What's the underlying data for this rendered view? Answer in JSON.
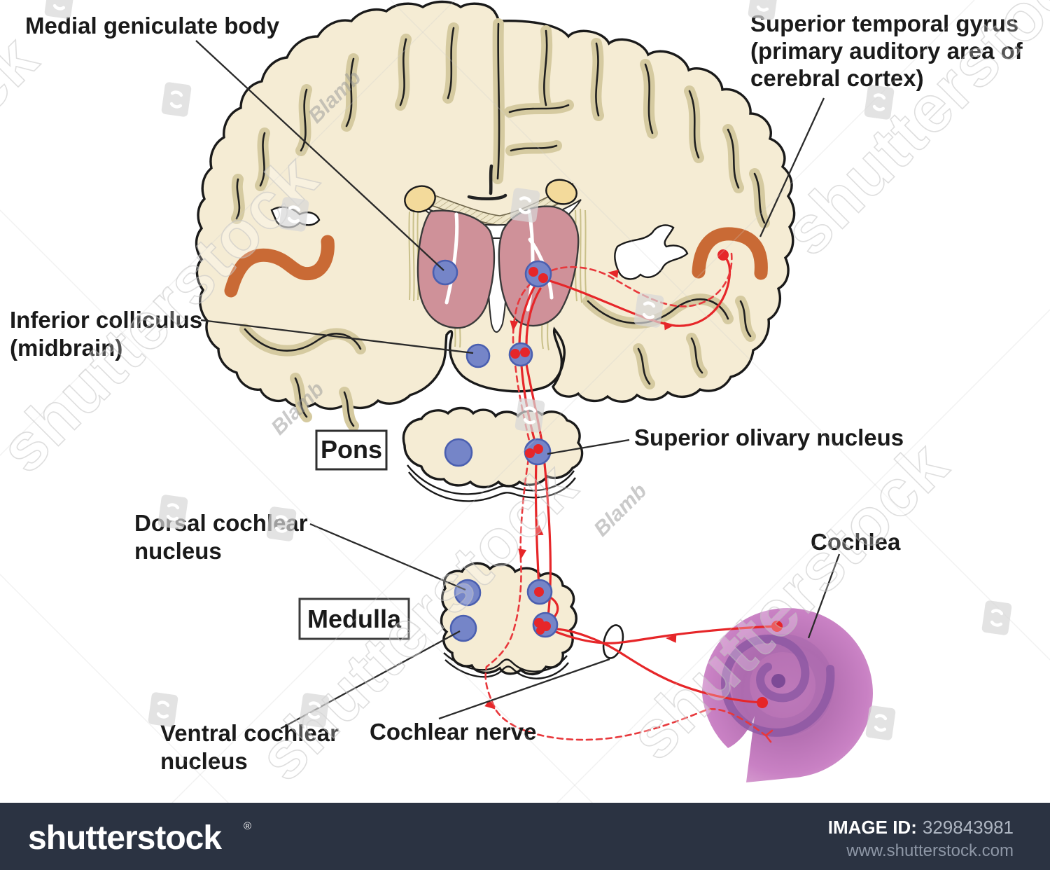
{
  "labels": {
    "medial_geniculate_body": "Medial geniculate body",
    "superior_temporal_gyrus_1": "Superior temporal gyrus",
    "superior_temporal_gyrus_2": "(primary auditory area of",
    "superior_temporal_gyrus_3": "cerebral cortex)",
    "inferior_colliculus_1": "Inferior colliculus",
    "inferior_colliculus_2": "(midbrain)",
    "pons": "Pons",
    "superior_olivary_nucleus": "Superior olivary nucleus",
    "dorsal_cochlear_1": "Dorsal cochlear",
    "dorsal_cochlear_2": "nucleus",
    "medulla": "Medulla",
    "ventral_cochlear_1": "Ventral cochlear",
    "ventral_cochlear_2": "nucleus",
    "cochlear_nerve": "Cochlear nerve",
    "cochlea": "Cochlea"
  },
  "watermark": {
    "brand": "shutterstock",
    "artist": "Blamb"
  },
  "footer": {
    "logo": "shutterstock",
    "registered": "®",
    "image_id_label": "IMAGE ID:",
    "image_id": "329843981",
    "website": "www.shutterstock.com"
  },
  "colors": {
    "brain_cream": "#f5ecd4",
    "cortex_tan": "#d5caa0",
    "outline_ink": "#1a1a1a",
    "thalamus_pink": "#cf9199",
    "nuclei_blue": "#7585c8",
    "nuclei_blue_border": "#4a5fb0",
    "pathway_red": "#e62629",
    "highlight_orange": "#c96a35",
    "septal_yellow": "#f3da9b",
    "cochlea_pink": "#c981c4",
    "cochlea_dark": "#8d58a3",
    "footer_bg": "#2b3342",
    "footer_muted": "#8e97a6"
  }
}
